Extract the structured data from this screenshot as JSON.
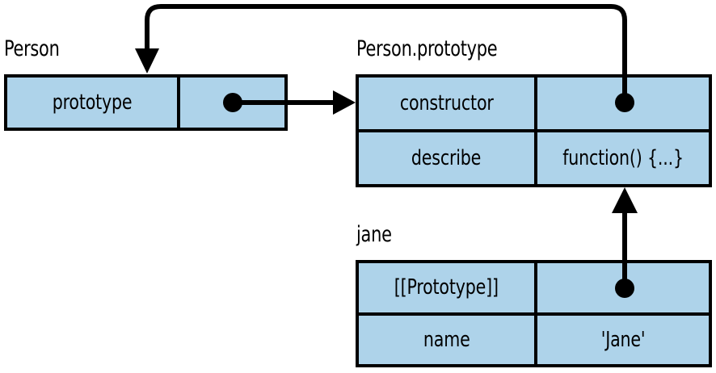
{
  "diagram": {
    "title": "JavaScript prototype chain diagram",
    "background_color": "#ffffff",
    "box_fill_color": "#aed3ea",
    "stroke_color": "#000000",
    "objects": [
      {
        "id": "person",
        "label": "Person",
        "rows": [
          {
            "key": "prototype",
            "value": "",
            "value_kind": "reference-dot"
          }
        ]
      },
      {
        "id": "person-prototype",
        "label": "Person.prototype",
        "rows": [
          {
            "key": "constructor",
            "value": "",
            "value_kind": "reference-dot"
          },
          {
            "key": "describe",
            "value": "function() {...}",
            "value_kind": "text"
          }
        ]
      },
      {
        "id": "jane",
        "label": "jane",
        "rows": [
          {
            "key": "[[Prototype]]",
            "value": "",
            "value_kind": "reference-dot"
          },
          {
            "key": "name",
            "value": "'Jane'",
            "value_kind": "text"
          }
        ]
      }
    ],
    "links": [
      {
        "id": "person-prototype-link",
        "from": "person.prototype",
        "to": "person-prototype",
        "style": "straight-right-arrow"
      },
      {
        "id": "constructor-link",
        "from": "person-prototype.constructor",
        "to": "person",
        "style": "routed-over-top-arrow-down"
      },
      {
        "id": "jane-prototype-link",
        "from": "jane.[[Prototype]]",
        "to": "person-prototype",
        "style": "straight-up-arrow"
      }
    ]
  }
}
